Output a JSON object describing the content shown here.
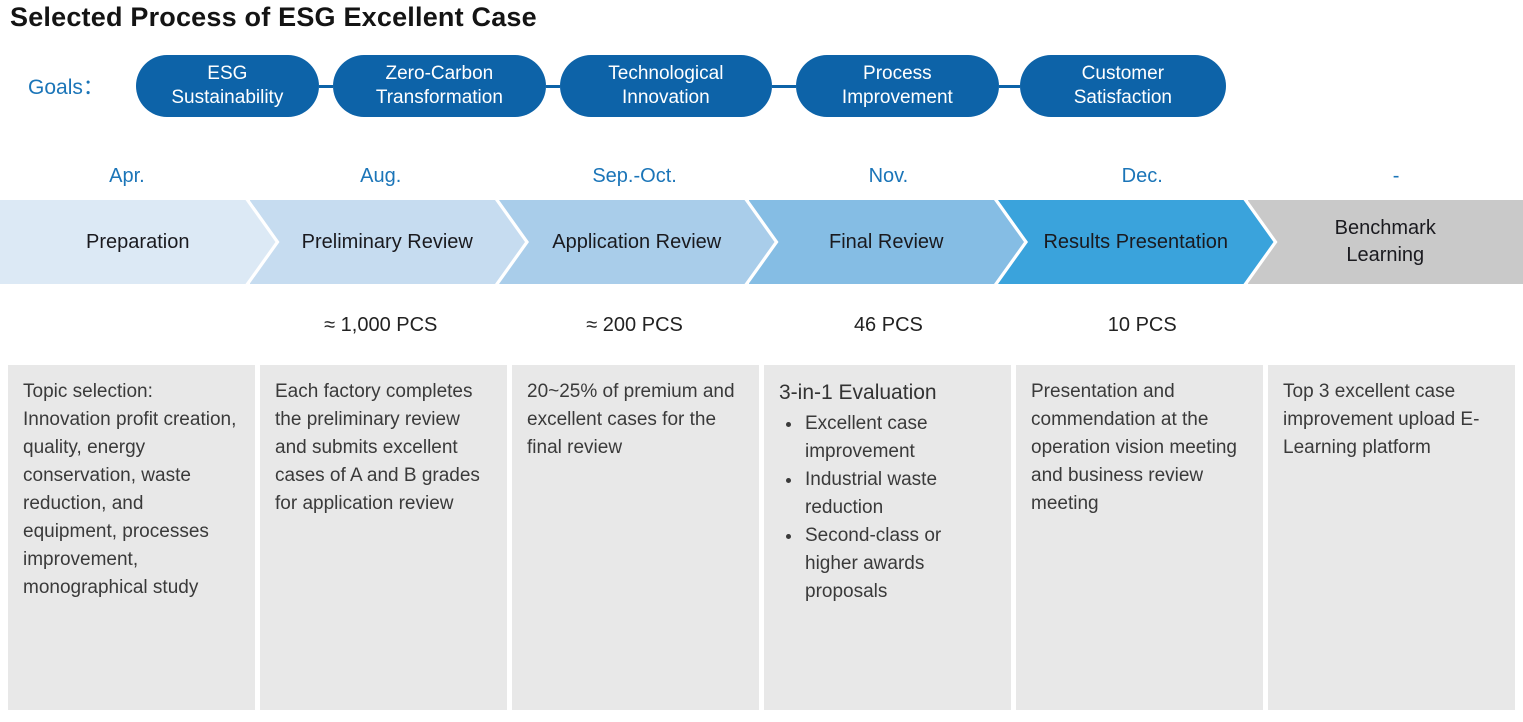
{
  "title": "Selected Process of ESG Excellent Case",
  "colors": {
    "pill_blue": "#0d63a8",
    "accent_text_blue": "#1b75b8",
    "box_gray": "#e8e8e8"
  },
  "goals": {
    "label": "Goals：",
    "items": [
      {
        "lines": [
          "ESG",
          "Sustainability"
        ]
      },
      {
        "lines": [
          "Zero-Carbon",
          "Transformation"
        ]
      },
      {
        "lines": [
          "Technological",
          "Innovation"
        ]
      },
      {
        "lines": [
          "Process",
          "Improvement"
        ]
      },
      {
        "lines": [
          "Customer",
          "Satisfaction"
        ]
      }
    ]
  },
  "stages": [
    {
      "month": "Apr.",
      "name": "Preparation",
      "color": "#dce9f5",
      "count": "",
      "description": "Topic selection: Innovation profit creation, quality, energy conservation, waste reduction, and equipment, processes improvement, monographical study"
    },
    {
      "month": "Aug.",
      "name": "Preliminary Review",
      "color": "#c6dcf0",
      "count": "≈ 1,000 PCS",
      "description": "Each factory completes the preliminary review and submits excellent cases of A and B grades for application review"
    },
    {
      "month": "Sep.-Oct.",
      "name": "Application Review",
      "color": "#a9cdea",
      "count": "≈ 200 PCS",
      "description": "20~25% of premium and excellent cases for the final review"
    },
    {
      "month": "Nov.",
      "name": "Final Review",
      "color": "#85bde4",
      "count": "46 PCS",
      "heading": "3-in-1 Evaluation",
      "bullets": [
        "Excellent case improvement",
        "Industrial waste reduction",
        "Second-class or higher awards proposals"
      ]
    },
    {
      "month": "Dec.",
      "name": "Results Presentation",
      "color": "#3aa3dc",
      "count": "10 PCS",
      "description": "Presentation and commendation at the operation vision meeting and business review meeting"
    },
    {
      "month": "-",
      "name": "Benchmark Learning",
      "color": "#c9c9c9",
      "count": "",
      "description": "Top 3 excellent case improvement upload E-Learning platform"
    }
  ]
}
